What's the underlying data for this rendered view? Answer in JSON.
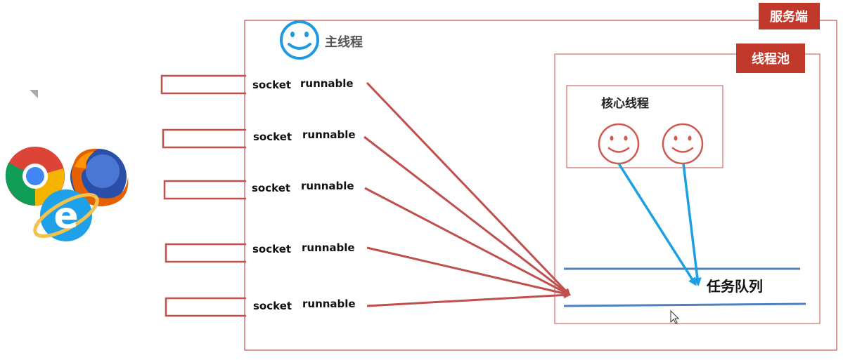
{
  "server": {
    "label": "服务端"
  },
  "main_thread": {
    "label": "主线程"
  },
  "thread_pool": {
    "label": "线程池"
  },
  "core_threads": {
    "label": "核心线程",
    "count": 2
  },
  "task_queue": {
    "label": "任务队列"
  },
  "requests": [
    {
      "socket_label": "socket",
      "runnable_label": "runnable"
    },
    {
      "socket_label": "socket",
      "runnable_label": "runnable"
    },
    {
      "socket_label": "socket",
      "runnable_label": "runnable"
    },
    {
      "socket_label": "socket",
      "runnable_label": "runnable"
    },
    {
      "socket_label": "socket",
      "runnable_label": "runnable"
    }
  ],
  "clients": {
    "icons": [
      "chrome-browser-icon",
      "firefox-browser-icon",
      "ie-browser-icon"
    ]
  },
  "colors": {
    "server_border": "#c0504d",
    "label_bg": "#c0392b",
    "arrow_red": "#c0504d",
    "arrow_blue": "#1ba1e2",
    "queue_line": "#4f81bd",
    "smiley_blue": "#1e9be0",
    "smiley_red": "#d05a4e"
  }
}
